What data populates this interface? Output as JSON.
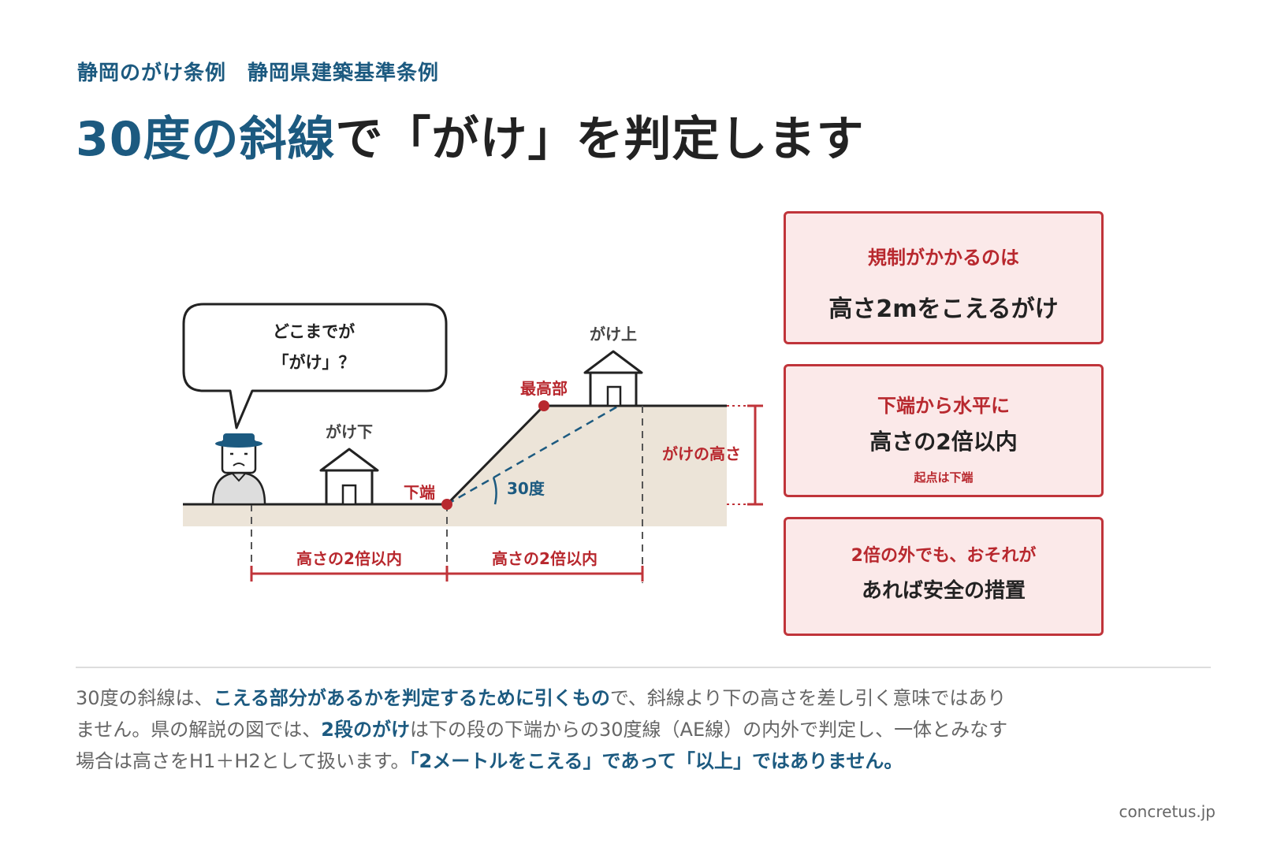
{
  "header": {
    "subtitle": "静岡のがけ条例　静岡県建築基準条例",
    "title_accent": "30度の斜線",
    "title_rest": "で「がけ」を判定します"
  },
  "diagram": {
    "speech_line1": "どこまでが",
    "speech_line2": "「がけ」？",
    "house_lower_label": "がけ下",
    "house_upper_label": "がけ上",
    "top_point_label": "最高部",
    "bottom_point_label": "下端",
    "angle_label": "30度",
    "height_label": "がけの高さ",
    "dim_left_label": "高さの2倍以内",
    "dim_right_label": "高さの2倍以内"
  },
  "cards": {
    "card1_red": "規制がかかるのは",
    "card1_dark": "高さ2mをこえるがけ",
    "card2_red": "下端から水平に",
    "card2_dark": "高さの2倍以内",
    "card2_small": "起点は下端",
    "card3_red": "2倍の外でも、おそれが",
    "card3_dark": "あれば安全の措置"
  },
  "body": {
    "p1": "30度の斜線は、",
    "p2": "こえる部分があるかを判定するために引くもの",
    "p3": "で、斜線より下の高さを差し引く意味ではありません。県の解説の図では、",
    "p4": "2段のがけ",
    "p5": "は下の段の下端からの30度線（AE線）の内外で判定し、一体とみなす場合は高さをH1＋H2として扱います。",
    "p6": "「2メートルをこえる」であって「以上」ではありません。"
  },
  "footer": {
    "site": "concretus.jp"
  },
  "colors": {
    "accent_blue": "#1c5a80",
    "accent_red": "#c0343a",
    "card_fill": "#fbe9e9",
    "ground": "#ece4d8"
  }
}
